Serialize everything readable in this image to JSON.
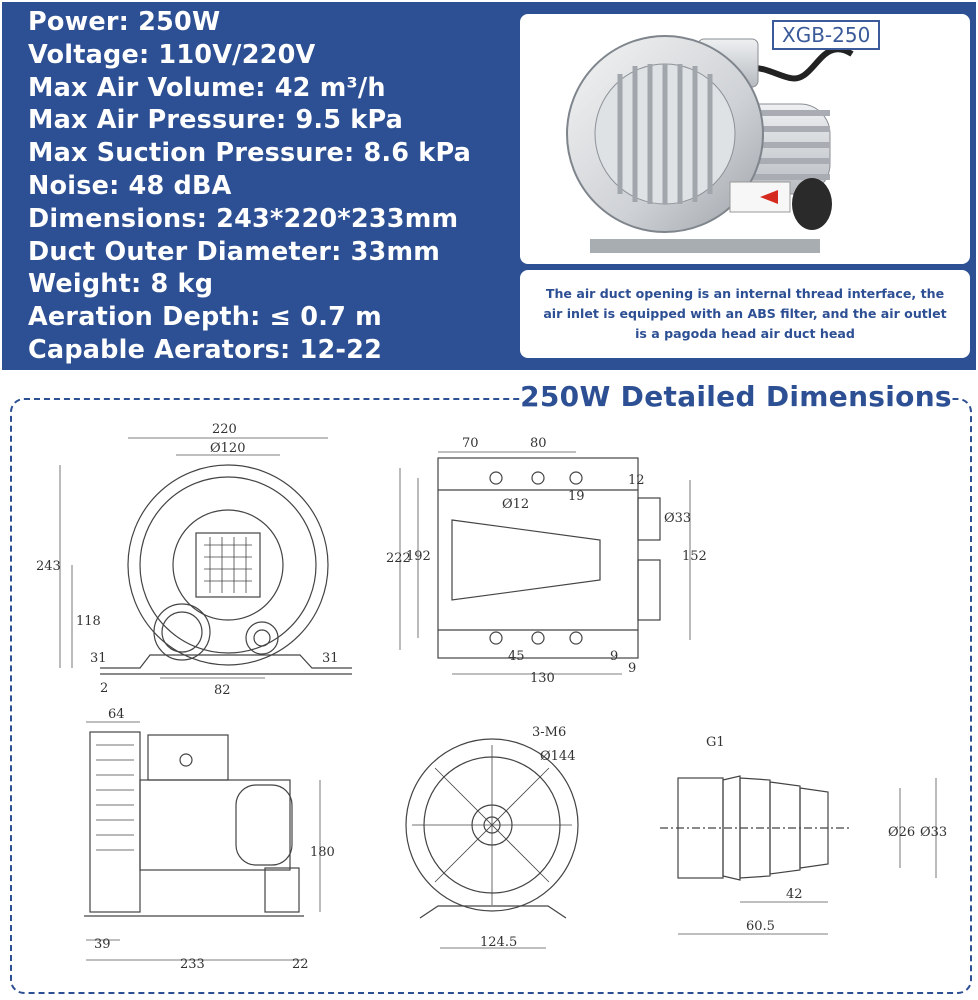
{
  "specs": [
    "Power: 250W",
    "Voltage: 110V/220V",
    "Max Air Volume: 42 m³/h",
    "Max Air Pressure: 9.5 kPa",
    "Max Suction Pressure: 8.6 kPa",
    "Noise: 48 dBA",
    "Dimensions: 243*220*233mm",
    "Duct Outer Diameter: 33mm",
    "Weight: 8 kg",
    "Aeration Depth: ≤ 0.7 m",
    "Capable Aerators: 12-22"
  ],
  "product": {
    "model": "XGB-250",
    "caption": "The air duct opening is an internal thread interface, the air inlet is equipped with an ABS filter, and the air outlet is a pagoda head air duct head"
  },
  "section_title": "250W Detailed Dimensions",
  "colors": {
    "brand_blue": "#2d4f93",
    "white": "#ffffff",
    "line": "#444444"
  },
  "dims": {
    "front": {
      "width": "220",
      "diameter": "Ø120",
      "height": "243",
      "mid": "118",
      "foot_left": "31",
      "foot_right": "31",
      "base": "2",
      "spacing": "82"
    },
    "top": {
      "a": "70",
      "b": "80",
      "hole": "Ø12",
      "c": "19",
      "d": "12",
      "h1": "222",
      "h2": "192",
      "duct": "Ø33",
      "h3": "152",
      "e": "45",
      "f": "9",
      "g": "9",
      "len": "130"
    },
    "side": {
      "top": "64",
      "height": "180",
      "left": "39",
      "len": "233",
      "right": "22"
    },
    "back": {
      "screws": "3-M6",
      "diameter": "Ø144",
      "base": "124.5"
    },
    "duct": {
      "thread": "G1",
      "inner": "Ø26",
      "outer": "Ø33",
      "l1": "42",
      "l2": "60.5"
    }
  }
}
